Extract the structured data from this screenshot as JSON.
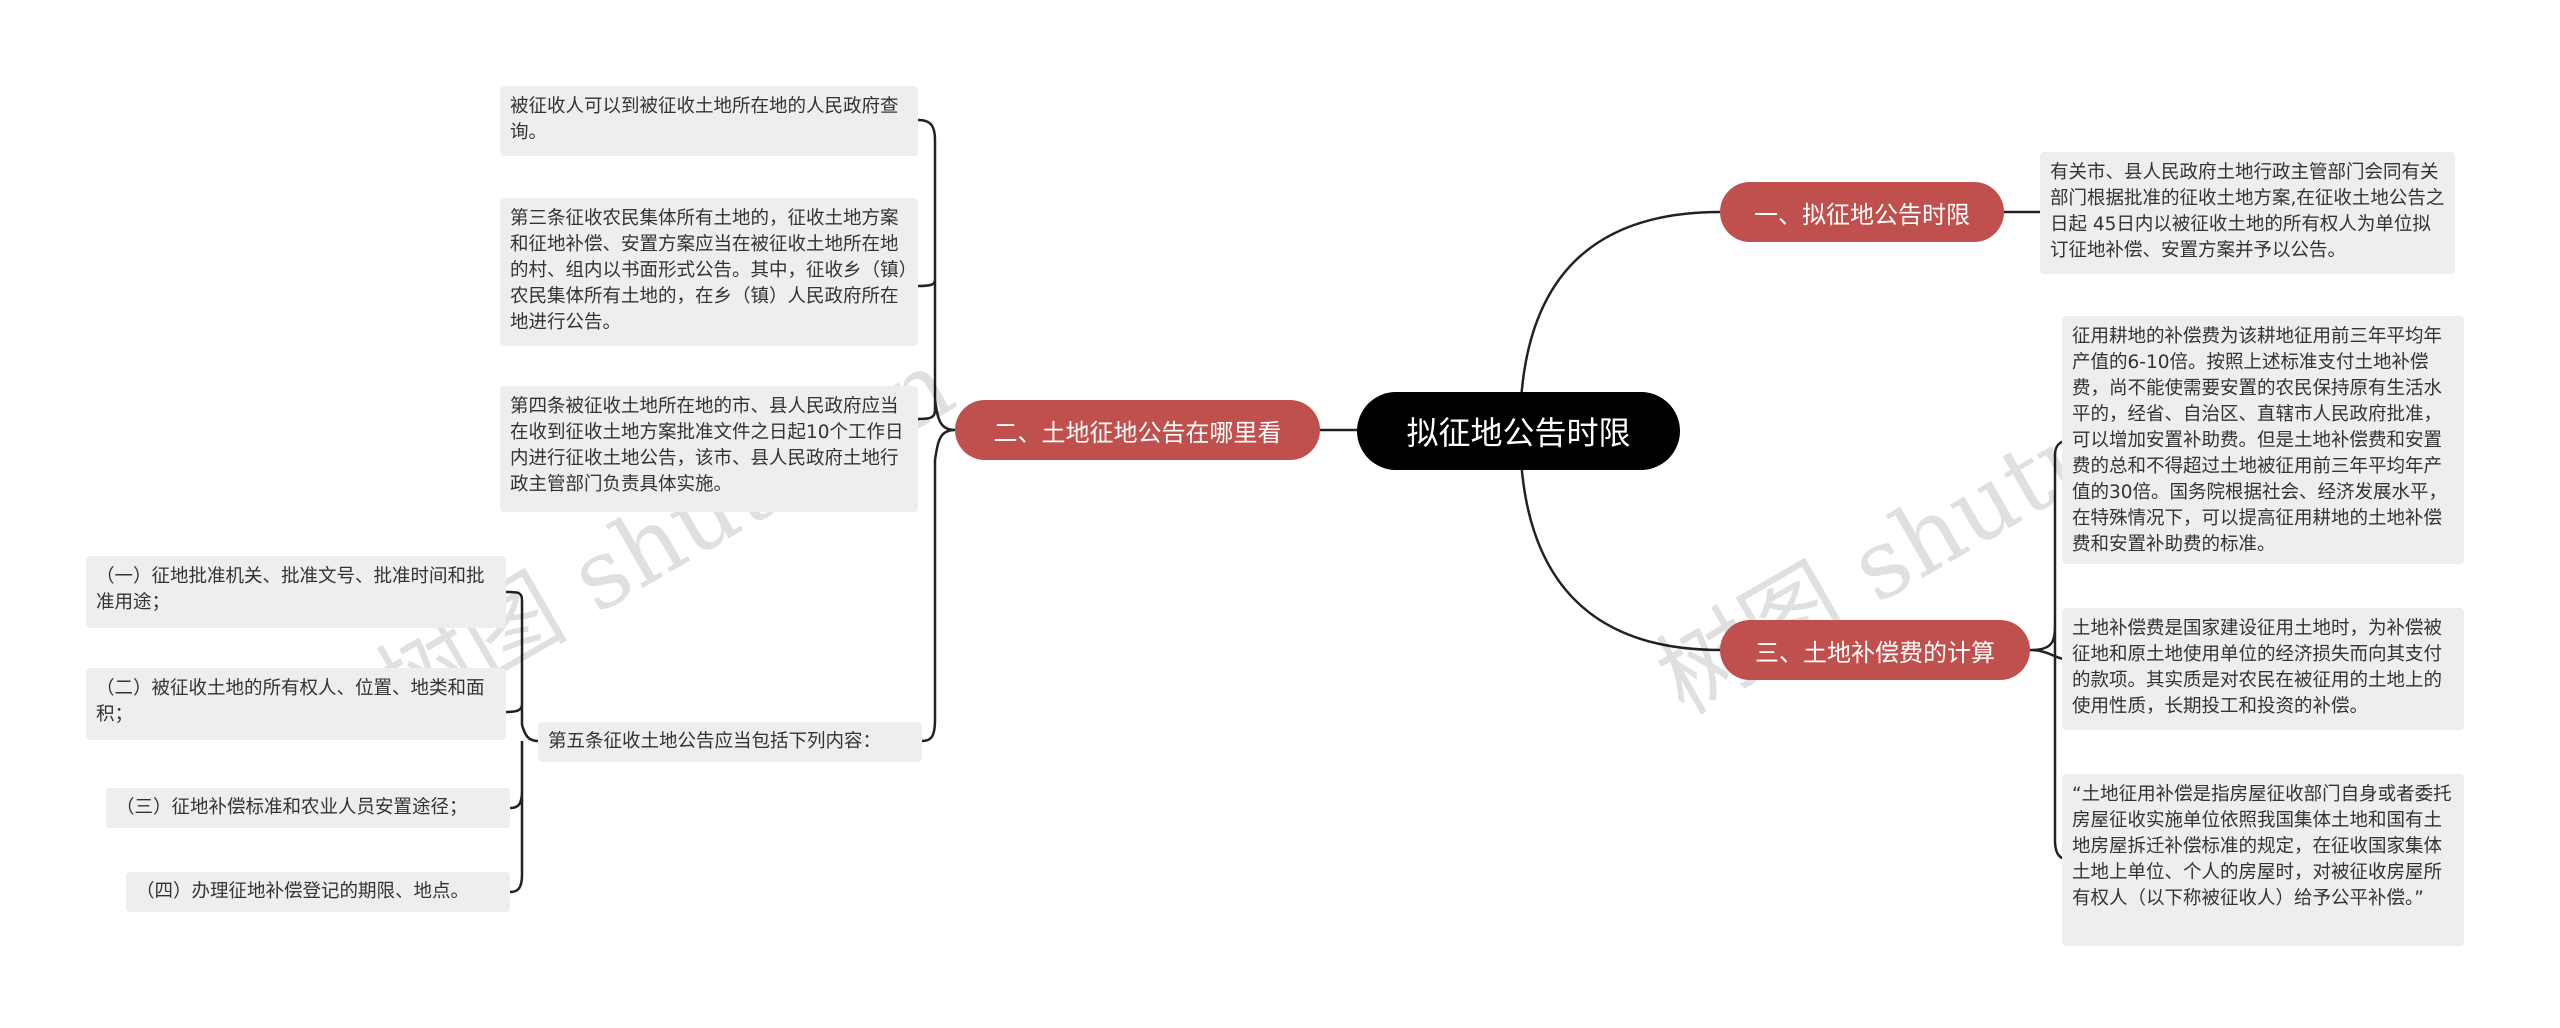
{
  "root": "拟征地公告时限",
  "branches": {
    "b1": {
      "label": "一、拟征地公告时限",
      "leaves": [
        "有关市、县人民政府土地行政主管部门会同有关部门根据批准的征收土地方案,在征收土地公告之日起 45日内以被征收土地的所有权人为单位拟订征地补偿、安置方案并予以公告。"
      ]
    },
    "b2": {
      "label": "二、土地征地公告在哪里看",
      "leaves": [
        "被征收人可以到被征收土地所在地的人民政府查询。",
        "第三条征收农民集体所有土地的，征收土地方案和征地补偿、安置方案应当在被征收土地所在地的村、组内以书面形式公告。其中，征收乡（镇）农民集体所有土地的，在乡（镇）人民政府所在地进行公告。",
        "第四条被征收土地所在地的市、县人民政府应当在收到征收土地方案批准文件之日起10个工作日内进行征收土地公告，该市、县人民政府土地行政主管部门负责具体实施。",
        "第五条征收土地公告应当包括下列内容："
      ],
      "sub": [
        "（一）征地批准机关、批准文号、批准时间和批准用途；",
        "（二）被征收土地的所有权人、位置、地类和面积；",
        "（三）征地补偿标准和农业人员安置途径；",
        "（四）办理征地补偿登记的期限、地点。"
      ]
    },
    "b3": {
      "label": "三、土地补偿费的计算",
      "leaves": [
        "征用耕地的补偿费为该耕地征用前三年平均年产值的6-10倍。按照上述标准支付土地补偿费，尚不能使需要安置的农民保持原有生活水平的，经省、自治区、直辖市人民政府批准，可以增加安置补助费。但是土地补偿费和安置费的总和不得超过土地被征用前三年平均年产值的30倍。国务院根据社会、经济发展水平，在特殊情况下，可以提高征用耕地的土地补偿费和安置补助费的标准。",
        "土地补偿费是国家建设征用土地时，为补偿被征地和原土地使用单位的经济损失而向其支付的款项。其实质是对农民在被征用的土地上的使用性质，长期投工和投资的补偿。",
        "“土地征用补偿是指房屋征收部门自身或者委托房屋征收实施单位依照我国集体土地和国有土地房屋拆迁补偿标准的规定，在征收国家集体土地上单位、个人的房屋时，对被征收房屋所有权人（以下称被征收人）给予公平补偿。”"
      ]
    }
  },
  "watermarks": [
    "树图 shutu.cn",
    "树图 shutu.cn"
  ],
  "colors": {
    "root_bg": "#000000",
    "branch_bg": "#c0504d",
    "leaf_bg": "#eeeeee",
    "line": "#222222"
  }
}
